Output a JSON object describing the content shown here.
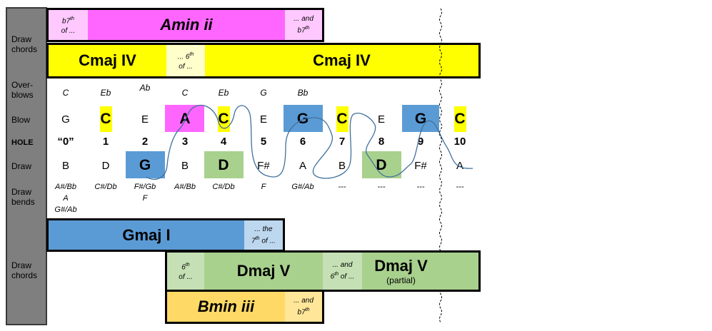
{
  "row_labels": {
    "draw_chords_top": "Draw\nchords",
    "overblows": "Over-\nblows",
    "blow": "Blow",
    "hole": "HOLE",
    "draw": "Draw",
    "draw_bends": "Draw\nbends",
    "draw_chords_bottom": "Draw\nchords"
  },
  "amin": {
    "left_note_a": "b7",
    "left_note_sup": "th",
    "left_note_b": "of ...",
    "label": "Amin ii",
    "right_note_a": "... and",
    "right_note_b": "b7",
    "right_note_sup": "th"
  },
  "cmaj": {
    "label_left": "Cmaj IV",
    "mid_note_a": "... 6",
    "mid_note_sup": "th",
    "mid_note_b": "of ...",
    "label_right": "Cmaj IV"
  },
  "overblows": [
    "C",
    "Eb",
    "Ab",
    "C",
    "Eb",
    "G",
    "Bb"
  ],
  "blow": [
    "G",
    "C",
    "E",
    "A",
    "C",
    "E",
    "G",
    "C",
    "E",
    "G",
    "C"
  ],
  "holes": [
    "“0”",
    "1",
    "2",
    "3",
    "4",
    "5",
    "6",
    "7",
    "8",
    "9",
    "10"
  ],
  "draw": [
    "B",
    "D",
    "G",
    "B",
    "D",
    "F#",
    "A",
    "B",
    "D",
    "F#",
    "A"
  ],
  "draw_bends": [
    "A#/Bb\nA\nG#/Ab",
    "C#/Db",
    "F#/Gb\nF",
    "A#/Bb",
    "C#/Db",
    "F",
    "G#/Ab",
    "---",
    "---",
    "---",
    "---"
  ],
  "gmaj": {
    "label": "Gmaj I",
    "note_a": "... the",
    "note_b": "7",
    "note_sup": "th",
    "note_c": " of ..."
  },
  "dmaj": {
    "left_note_a": "6",
    "left_note_sup": "th",
    "left_note_b": "of ...",
    "label": "Dmaj V",
    "mid_note_a": "... and",
    "mid_note_b": "6",
    "mid_note_sup": "th",
    "mid_note_c": " of ...",
    "label_right": "Dmaj V",
    "partial": "(partial)"
  },
  "bmin": {
    "label": "Bmin iii",
    "note_a": "... and",
    "note_b": "b7",
    "note_sup": "th"
  },
  "colors": {
    "magenta": "#ff66ff",
    "light_magenta": "#ffc9ff",
    "yellow": "#ffff00",
    "light_yellow": "#ffffcc",
    "blue": "#5b9bd5",
    "light_blue": "#bdd7ee",
    "green": "#a9d18e",
    "light_green": "#c5e0b4",
    "gold": "#ffd966",
    "light_gold": "#ffe699",
    "gray": "#7f7f7f"
  }
}
